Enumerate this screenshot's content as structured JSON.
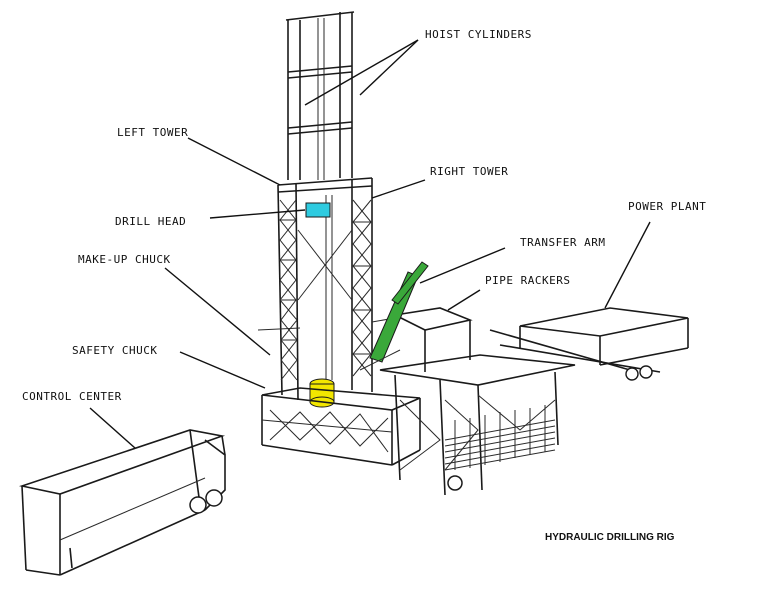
{
  "labels": {
    "hoist_cylinders": "HOIST CYLINDERS",
    "left_tower": "LEFT TOWER",
    "right_tower": "RIGHT TOWER",
    "drill_head": "DRILL HEAD",
    "transfer_arm": "TRANSFER ARM",
    "power_plant": "POWER PLANT",
    "make_up_chuck": "MAKE-UP CHUCK",
    "pipe_rackers": "PIPE RACKERS",
    "safety_chuck": "SAFETY CHUCK",
    "control_center": "CONTROL CENTER"
  },
  "caption": "HYDRAULIC DRILLING RIG",
  "colors": {
    "line": "#1a1a1a",
    "drill_head_highlight": "#2ecbe0",
    "transfer_arm_highlight": "#3aa83a",
    "chuck_highlight": "#f2e600",
    "background": "#ffffff"
  }
}
